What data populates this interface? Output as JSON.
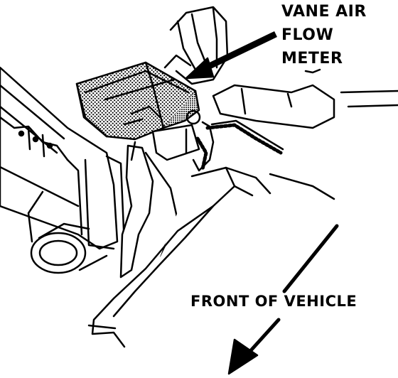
{
  "diagram": {
    "callout": {
      "line1": "VANE AIR",
      "line2": "FLOW",
      "line3": "METER"
    },
    "direction_label": "FRONT OF VEHICLE",
    "ink_color": "#000000",
    "paper_color": "#ffffff",
    "icons": [
      "leader-arrow",
      "direction-arrow"
    ]
  }
}
